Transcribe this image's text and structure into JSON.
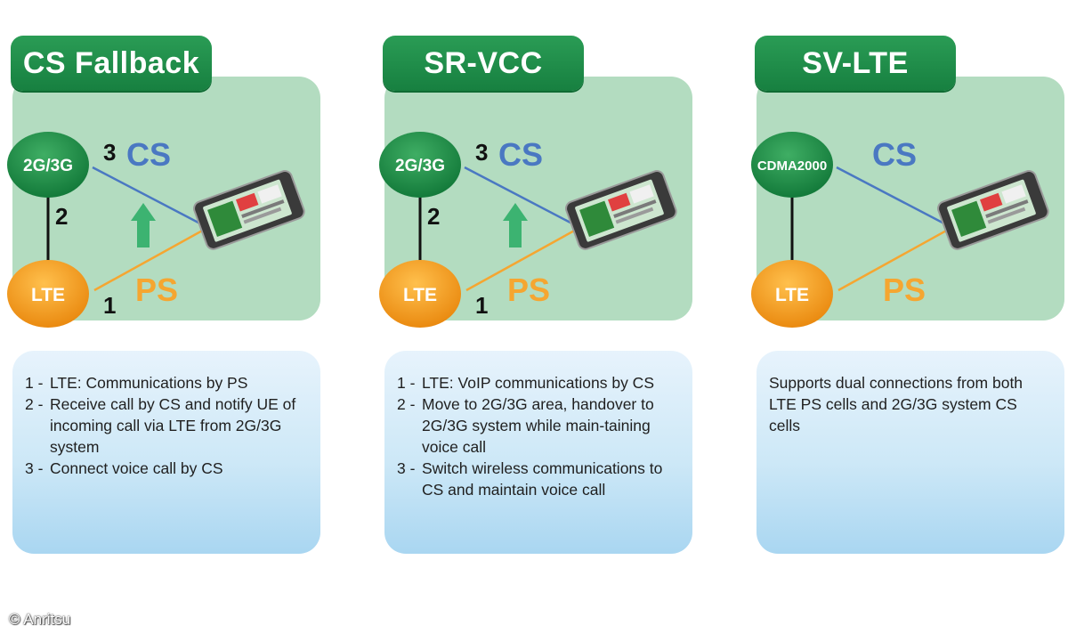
{
  "panels": [
    {
      "title": "CS Fallback",
      "top_node": "2G/3G",
      "bottom_node": "LTE",
      "cs_label": "CS",
      "ps_label": "PS",
      "step_cs": "3",
      "step_link": "2",
      "step_ps": "1",
      "arrow": true,
      "steps": [
        {
          "num": "1 -",
          "text": "LTE: Communications by PS"
        },
        {
          "num": "2 -",
          "text": "Receive call by CS and notify UE of incoming call via LTE from 2G/3G system"
        },
        {
          "num": "3 -",
          "text": "Connect voice call by CS"
        }
      ]
    },
    {
      "title": "SR-VCC",
      "top_node": "2G/3G",
      "bottom_node": "LTE",
      "cs_label": "CS",
      "ps_label": "PS",
      "step_cs": "3",
      "step_link": "2",
      "step_ps": "1",
      "arrow": true,
      "steps": [
        {
          "num": "1 -",
          "text": "LTE: VoIP communications by CS"
        },
        {
          "num": "2 -",
          "text": "Move to 2G/3G area, handover to 2G/3G system while main-taining voice call"
        },
        {
          "num": "3 -",
          "text": "Switch wireless communications to CS and maintain voice call"
        }
      ]
    },
    {
      "title": "SV-LTE",
      "top_node": "CDMA2000",
      "bottom_node": "LTE",
      "cs_label": "CS",
      "ps_label": "PS",
      "arrow": false,
      "description": "Supports dual connections from both LTE PS cells and 2G/3G system CS cells"
    }
  ],
  "copyright": "© Anritsu",
  "colors": {
    "title_green": "#1e8c48",
    "panel_green": "#b3dcc0",
    "node_green": "#1d8a47",
    "node_orange": "#f39a1b",
    "cs_blue": "#4a78c2",
    "ps_orange": "#f5a631",
    "arrow_green": "#3cb371"
  },
  "icons": [
    "smartphone-icon",
    "up-arrow-icon"
  ]
}
